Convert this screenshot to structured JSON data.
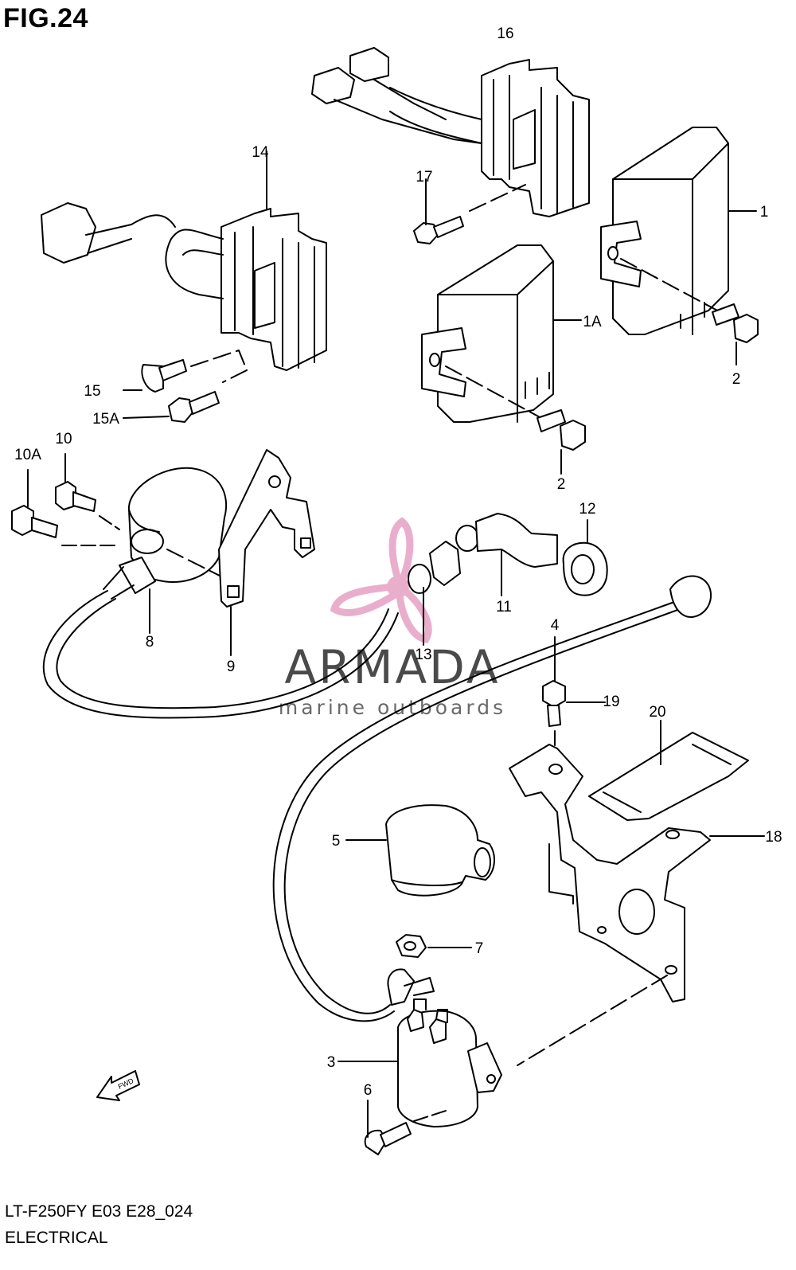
{
  "figure": {
    "title": "FIG.24",
    "code": "LT-F250FY E03 E28_024",
    "name": "ELECTRICAL"
  },
  "watermark": {
    "brand": "ARMADA",
    "tagline": "marine outboards",
    "logo_color": "#e8a6c8"
  },
  "direction_badge": "FWD",
  "callouts": [
    "16",
    "14",
    "17",
    "1",
    "1A",
    "2",
    "2",
    "15",
    "15A",
    "10A",
    "10",
    "12",
    "11",
    "13",
    "8",
    "9",
    "4",
    "19",
    "20",
    "18",
    "5",
    "7",
    "3",
    "6"
  ]
}
